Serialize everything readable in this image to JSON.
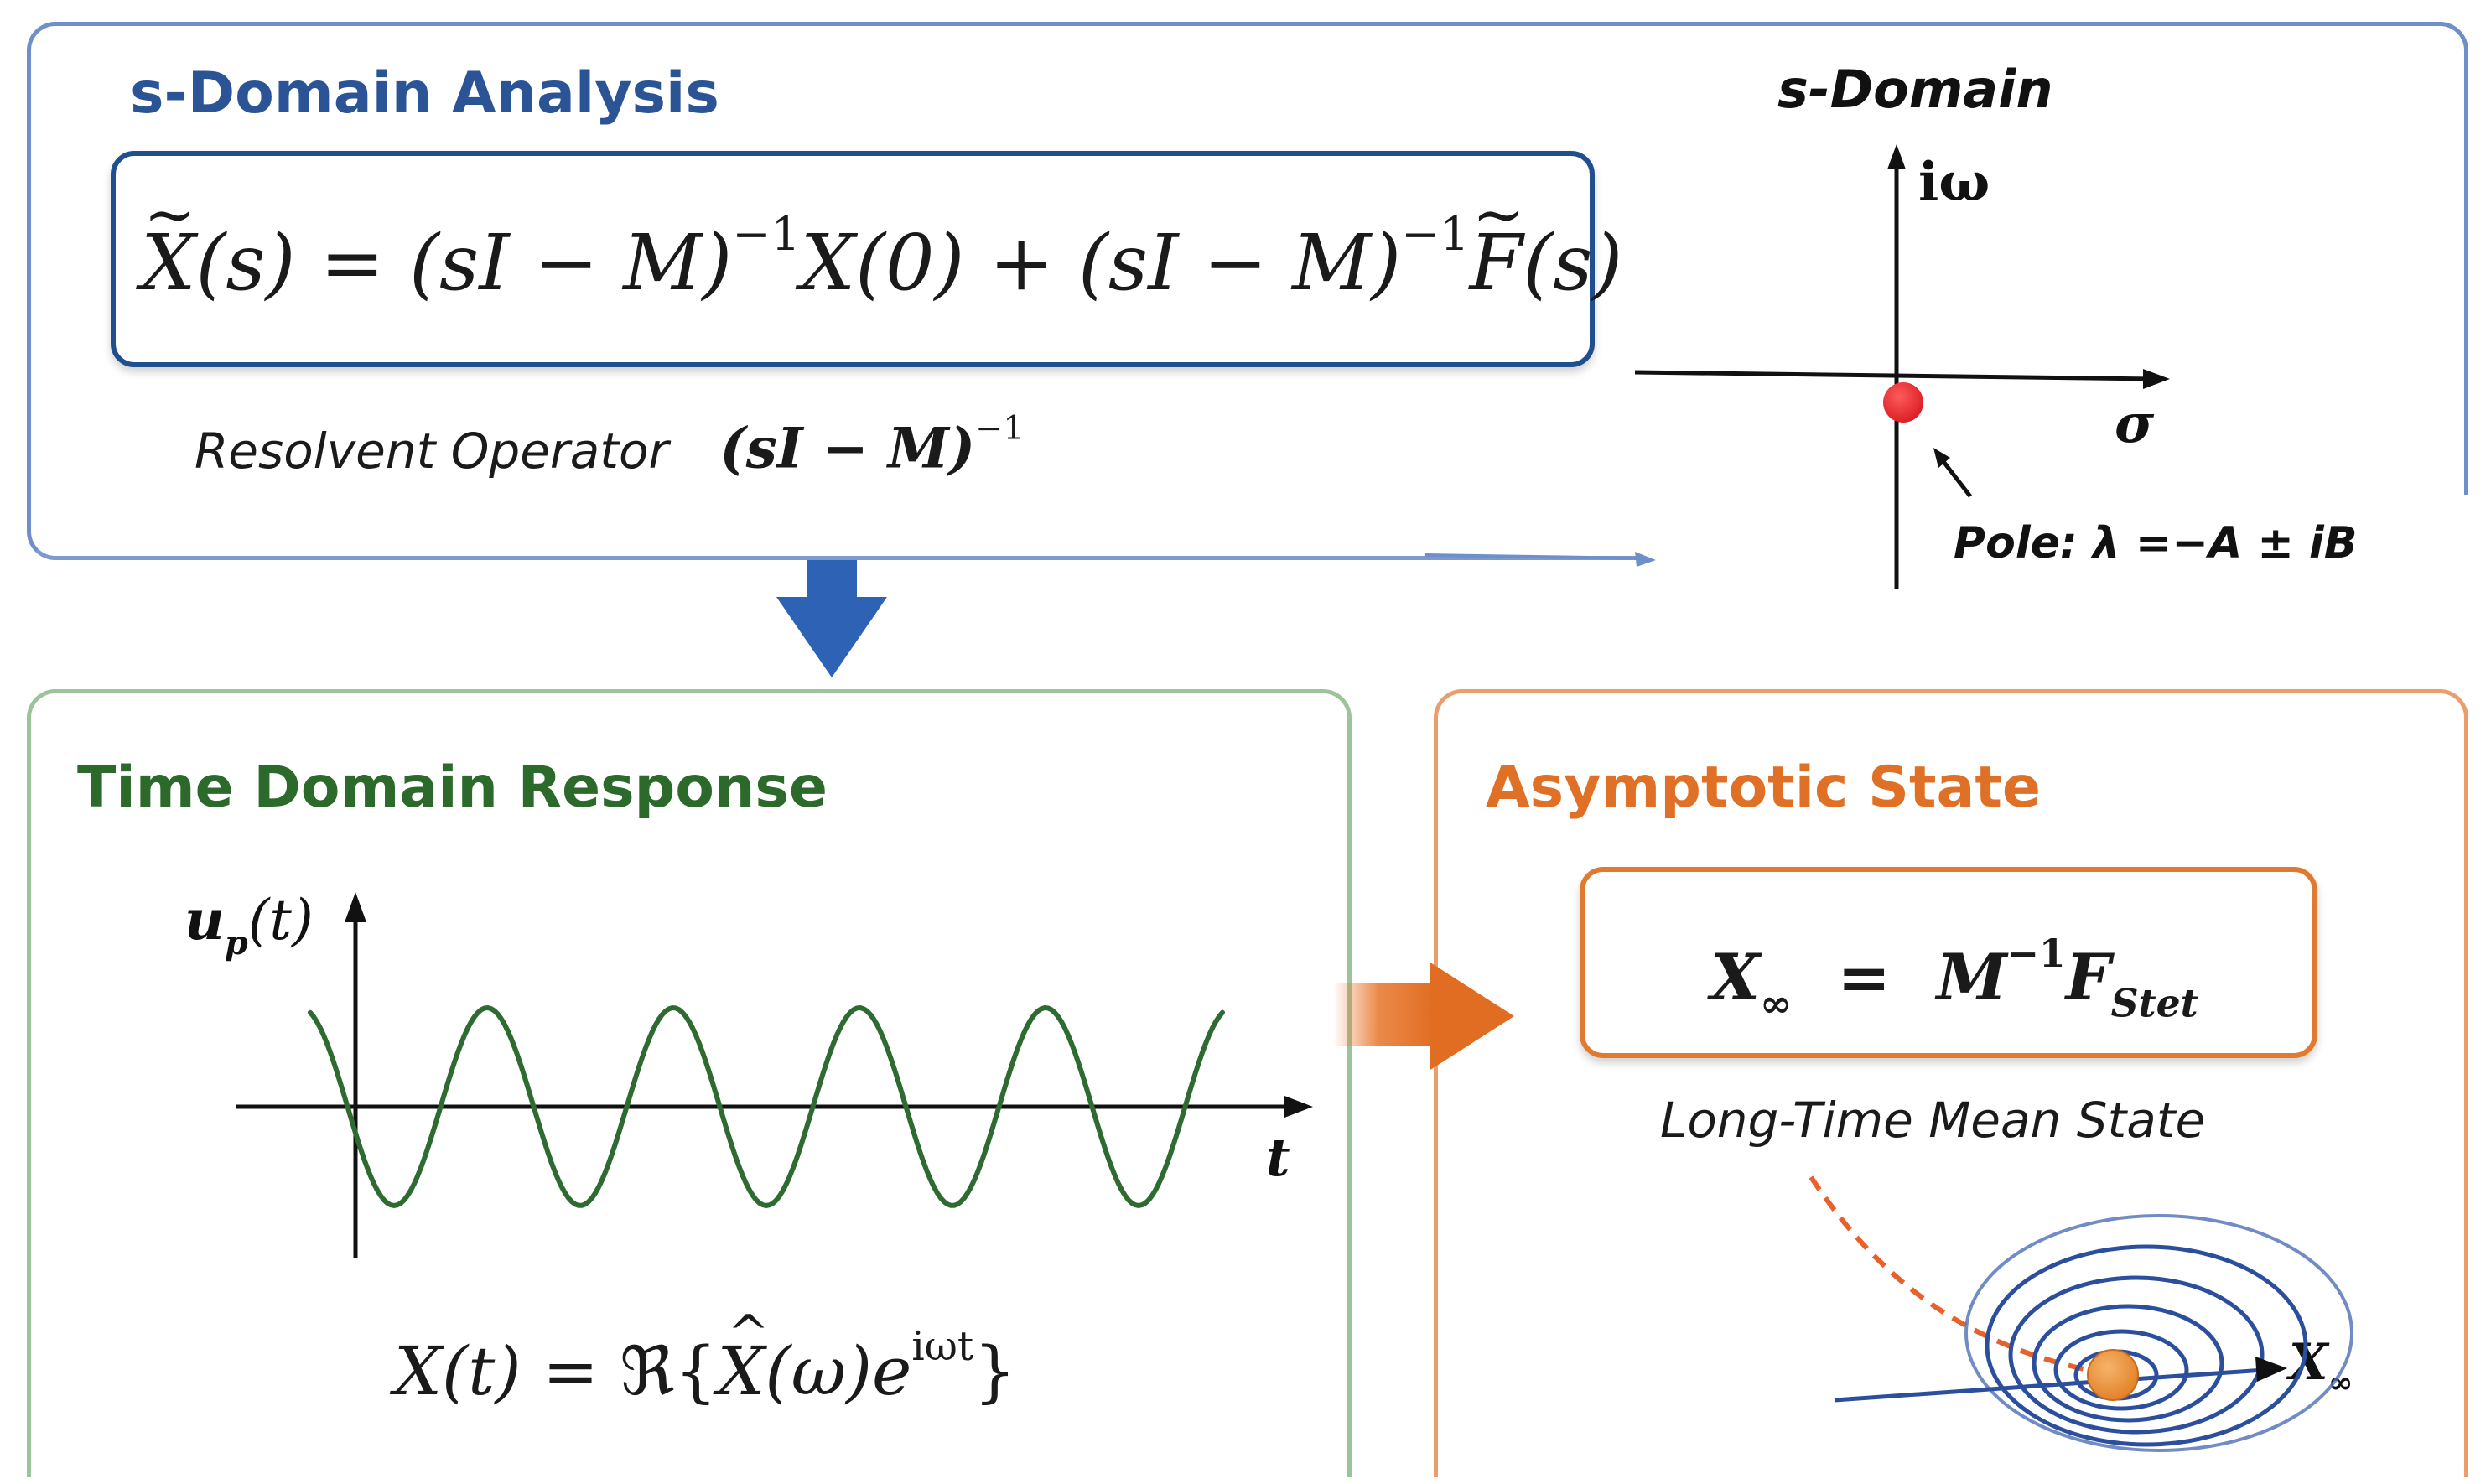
{
  "s_domain_panel": {
    "title": "s-Domain Analysis",
    "equation": {
      "lhs": "X",
      "lhs_arg": "(s)",
      "eq": "=",
      "term1": "(sI − M)",
      "exp1": "−1",
      "term1_tail": "X(0)",
      "plus": "+",
      "term2": "(sI − M)",
      "exp2": "−1",
      "f": "F",
      "f_arg": "(s)"
    },
    "resolvent_label": "Resolvent Operator",
    "resolvent_expr": "(sI − M)",
    "resolvent_exp": "−1"
  },
  "s_plane": {
    "title": "s-Domain",
    "imag_axis_label": "iω",
    "real_axis_label": "σ",
    "pole_label": "Pole: λ =−A ± iB",
    "pole_color": "#e8232a"
  },
  "time_panel": {
    "title": "Time Domain Response",
    "y_label_main": "u",
    "y_label_sub": "p",
    "y_label_arg": "(t)",
    "x_label": "t",
    "equation": {
      "lhs": "X(t) = ",
      "re": "ℜ{",
      "xhat": "X",
      "omega": "(ω)",
      "e": "e",
      "exp": "iωt",
      "close": "}"
    },
    "wave_color": "#2e6b30"
  },
  "asym_panel": {
    "title": "Asymptotic State",
    "equation": {
      "lhs": "X",
      "lhs_sub": "∞",
      "eq": "=",
      "m": "M",
      "m_exp": "−1",
      "f": "F",
      "f_sub": "Stet"
    },
    "mean_label": "Long-Time Mean State",
    "xinf_label": "X",
    "xinf_sub": "∞",
    "attractor_color": "#e8913a"
  },
  "colors": {
    "blue_accent": "#2a5496",
    "green_accent": "#2c6a2c",
    "orange_accent": "#df7025"
  }
}
